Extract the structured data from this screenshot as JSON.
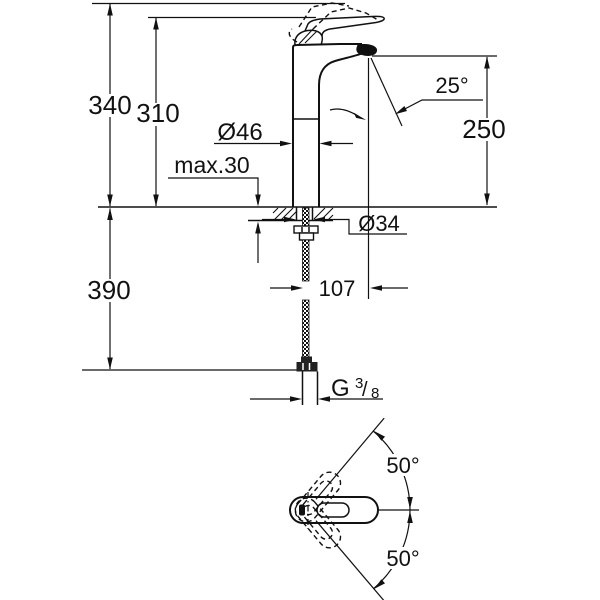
{
  "drawing": {
    "kind": "faucet-installation-dimension-drawing",
    "views": [
      "front-elevation",
      "top-plan"
    ]
  },
  "colors": {
    "line": "#111111",
    "background": "#ffffff"
  },
  "labels": {
    "total_height": "340",
    "spout_top_height": "310",
    "deck_max_thickness": "max.30",
    "body_diameter": "Ø46",
    "spout_angle": "25°",
    "outlet_height": "250",
    "hole_diameter": "Ø34",
    "spout_reach": "107",
    "hose_length": "390",
    "thread_g": "G",
    "thread_numerator": "3",
    "thread_slash": "/",
    "thread_denominator": "8",
    "swivel_angle_upper": "50°",
    "swivel_angle_lower": "50°"
  }
}
